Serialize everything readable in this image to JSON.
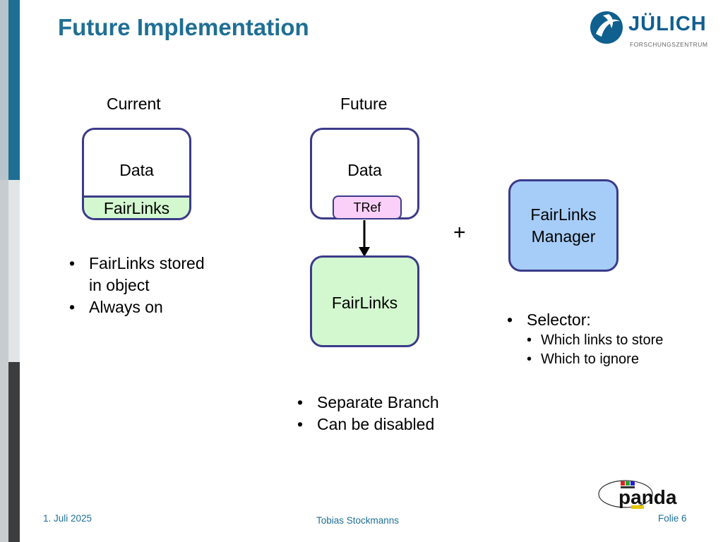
{
  "slide": {
    "title": "Future Implementation"
  },
  "logo": {
    "name": "JÜLICH",
    "subtitle": "FORSCHUNGSZENTRUM"
  },
  "current": {
    "heading": "Current",
    "box_label": "Data",
    "inner_label": "FairLinks",
    "bullets": [
      "FairLinks stored",
      "in object",
      "Always on"
    ]
  },
  "future": {
    "heading": "Future",
    "box_label": "Data",
    "inner_label": "TRef",
    "linked_box_label": "FairLinks",
    "bullets": [
      "Separate Branch",
      "Can be disabled"
    ]
  },
  "plus_sign": "+",
  "manager": {
    "label_line1": "FairLinks",
    "label_line2": "Manager",
    "bullet": "Selector:",
    "sub_bullets": [
      "Which links to store",
      "Which to ignore"
    ]
  },
  "footer": {
    "date": "1. Juli 2025",
    "author": "Tobias Stockmanns",
    "page": "Folie 6"
  },
  "colors": {
    "title": "#1f6f95",
    "box_border": "#3b3b8a",
    "green_fill": "#d3f8cf",
    "pink_fill": "#fbd0f8",
    "blue_fill": "#a6cdf8"
  },
  "icons": [
    "julich-logo",
    "panda-logo"
  ]
}
